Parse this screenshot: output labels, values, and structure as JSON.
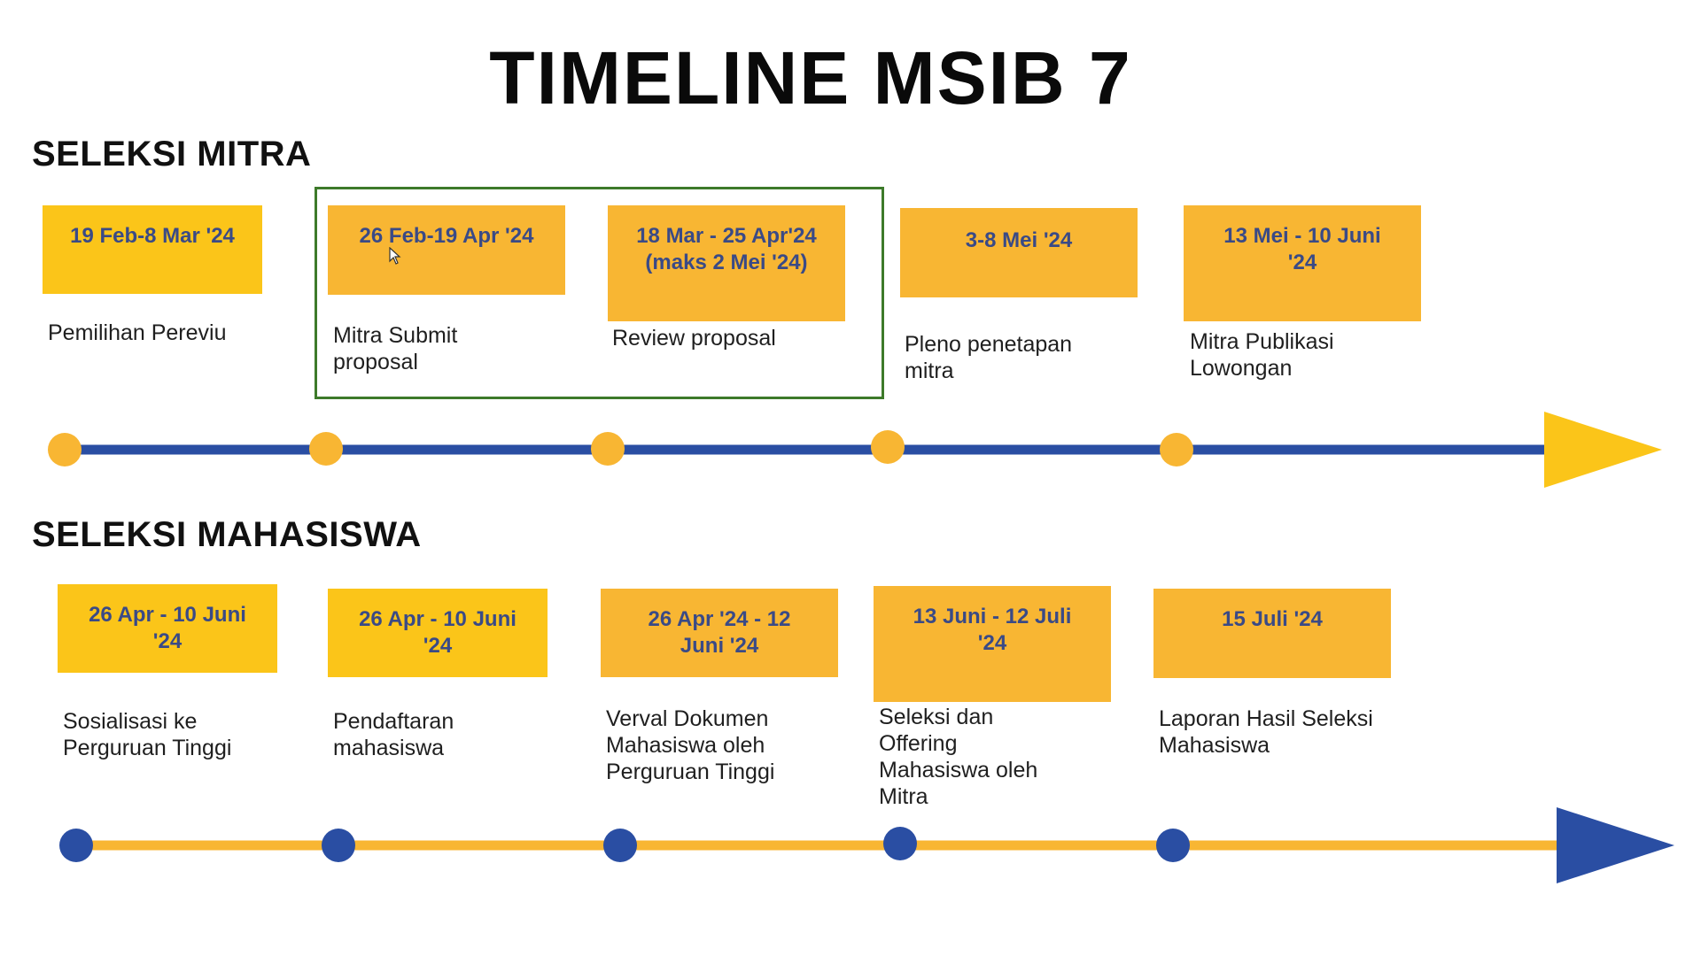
{
  "title": "TIMELINE MSIB 7",
  "colors": {
    "yellow": "#FBC519",
    "orange": "#F8B633",
    "navy": "#2A4EA3",
    "date_text": "#3A4A86",
    "frame_green": "#3D7A2A"
  },
  "seleksi_mitra": {
    "heading": "SELEKSI MITRA",
    "steps": [
      {
        "date": "19 Feb-8 Mar '24",
        "label": "Pemilihan Pereviu"
      },
      {
        "date": "26 Feb-19 Apr '24",
        "label": "Mitra Submit\nproposal"
      },
      {
        "date": "18 Mar - 25 Apr'24\n(maks 2 Mei '24)",
        "label": "Review proposal"
      },
      {
        "date": "3-8 Mei '24",
        "label": "Pleno penetapan\nmitra"
      },
      {
        "date": "13 Mei - 10 Juni\n'24",
        "label": "Mitra Publikasi\nLowongan"
      }
    ]
  },
  "seleksi_mahasiswa": {
    "heading": "SELEKSI MAHASISWA",
    "steps": [
      {
        "date": "26 Apr - 10 Juni\n'24",
        "label": "Sosialisasi ke\nPerguruan Tinggi"
      },
      {
        "date": "26 Apr - 10 Juni\n'24",
        "label": "Pendaftaran\nmahasiswa"
      },
      {
        "date": "26 Apr '24 - 12\nJuni '24",
        "label": "Verval Dokumen\nMahasiswa oleh\nPerguruan Tinggi"
      },
      {
        "date": "13 Juni  - 12 Juli\n'24",
        "label": "Seleksi dan\nOffering\nMahasiswa oleh\nMitra"
      },
      {
        "date": "15 Juli '24",
        "label": "Laporan Hasil Seleksi\nMahasiswa"
      }
    ]
  }
}
